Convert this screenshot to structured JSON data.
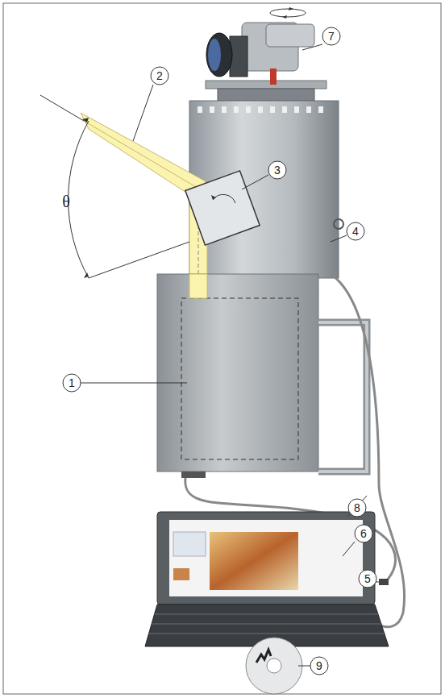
{
  "diagram": {
    "labels": [
      "7",
      "2",
      "3",
      "θ",
      "4",
      "1",
      "8",
      "6",
      "5",
      "9"
    ]
  }
}
